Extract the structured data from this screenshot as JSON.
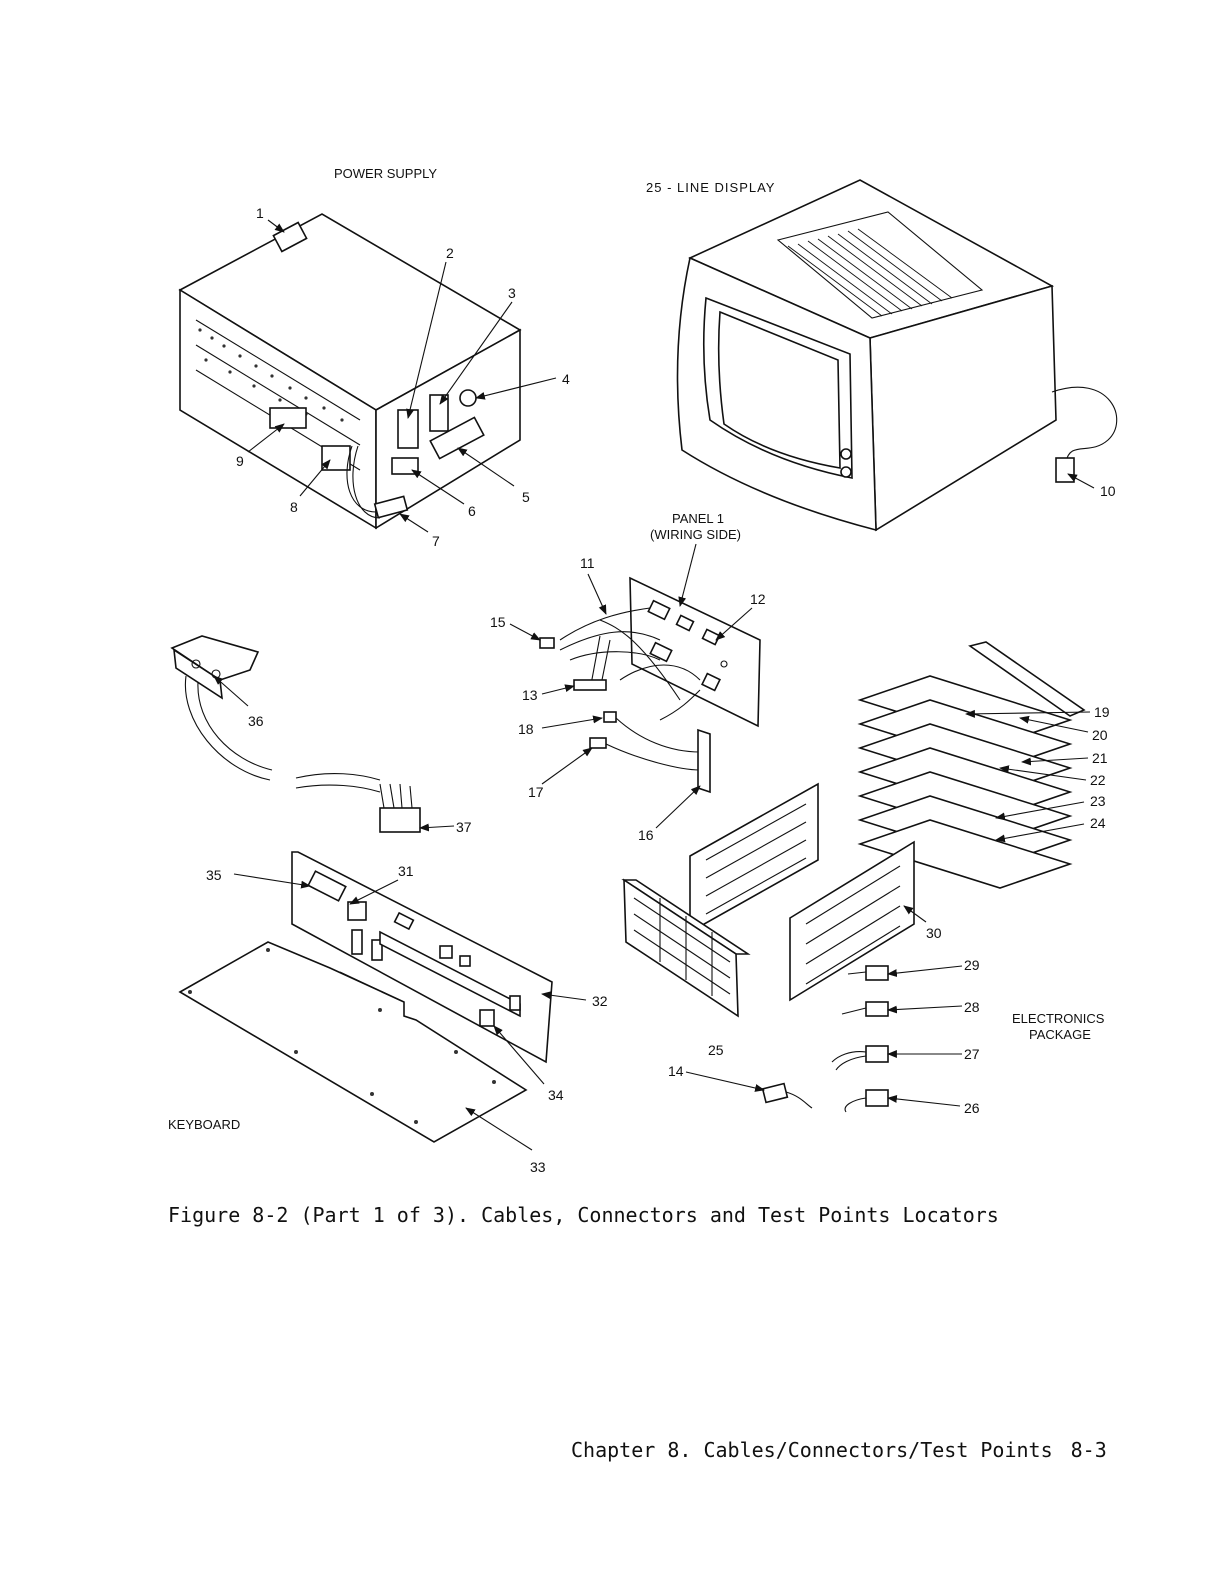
{
  "labels": {
    "power_supply": "POWER SUPPLY",
    "display": "25 - LINE DISPLAY",
    "panel_line1": "PANEL 1",
    "panel_line2": "(WIRING SIDE)",
    "electronics_line1": "ELECTRONICS",
    "electronics_line2": "PACKAGE",
    "keyboard": "KEYBOARD"
  },
  "callouts": [
    "1",
    "2",
    "3",
    "4",
    "5",
    "6",
    "7",
    "8",
    "9",
    "10",
    "11",
    "12",
    "13",
    "14",
    "15",
    "16",
    "17",
    "18",
    "19",
    "20",
    "21",
    "22",
    "23",
    "24",
    "25",
    "26",
    "27",
    "28",
    "29",
    "30",
    "31",
    "32",
    "33",
    "34",
    "35",
    "36",
    "37"
  ],
  "caption": "Figure  8-2 (Part 1 of 3). Cables, Connectors and Test Points Locators",
  "footer": {
    "chapter": "Chapter 8.  Cables/Connectors/Test Points",
    "page": "8-3"
  }
}
